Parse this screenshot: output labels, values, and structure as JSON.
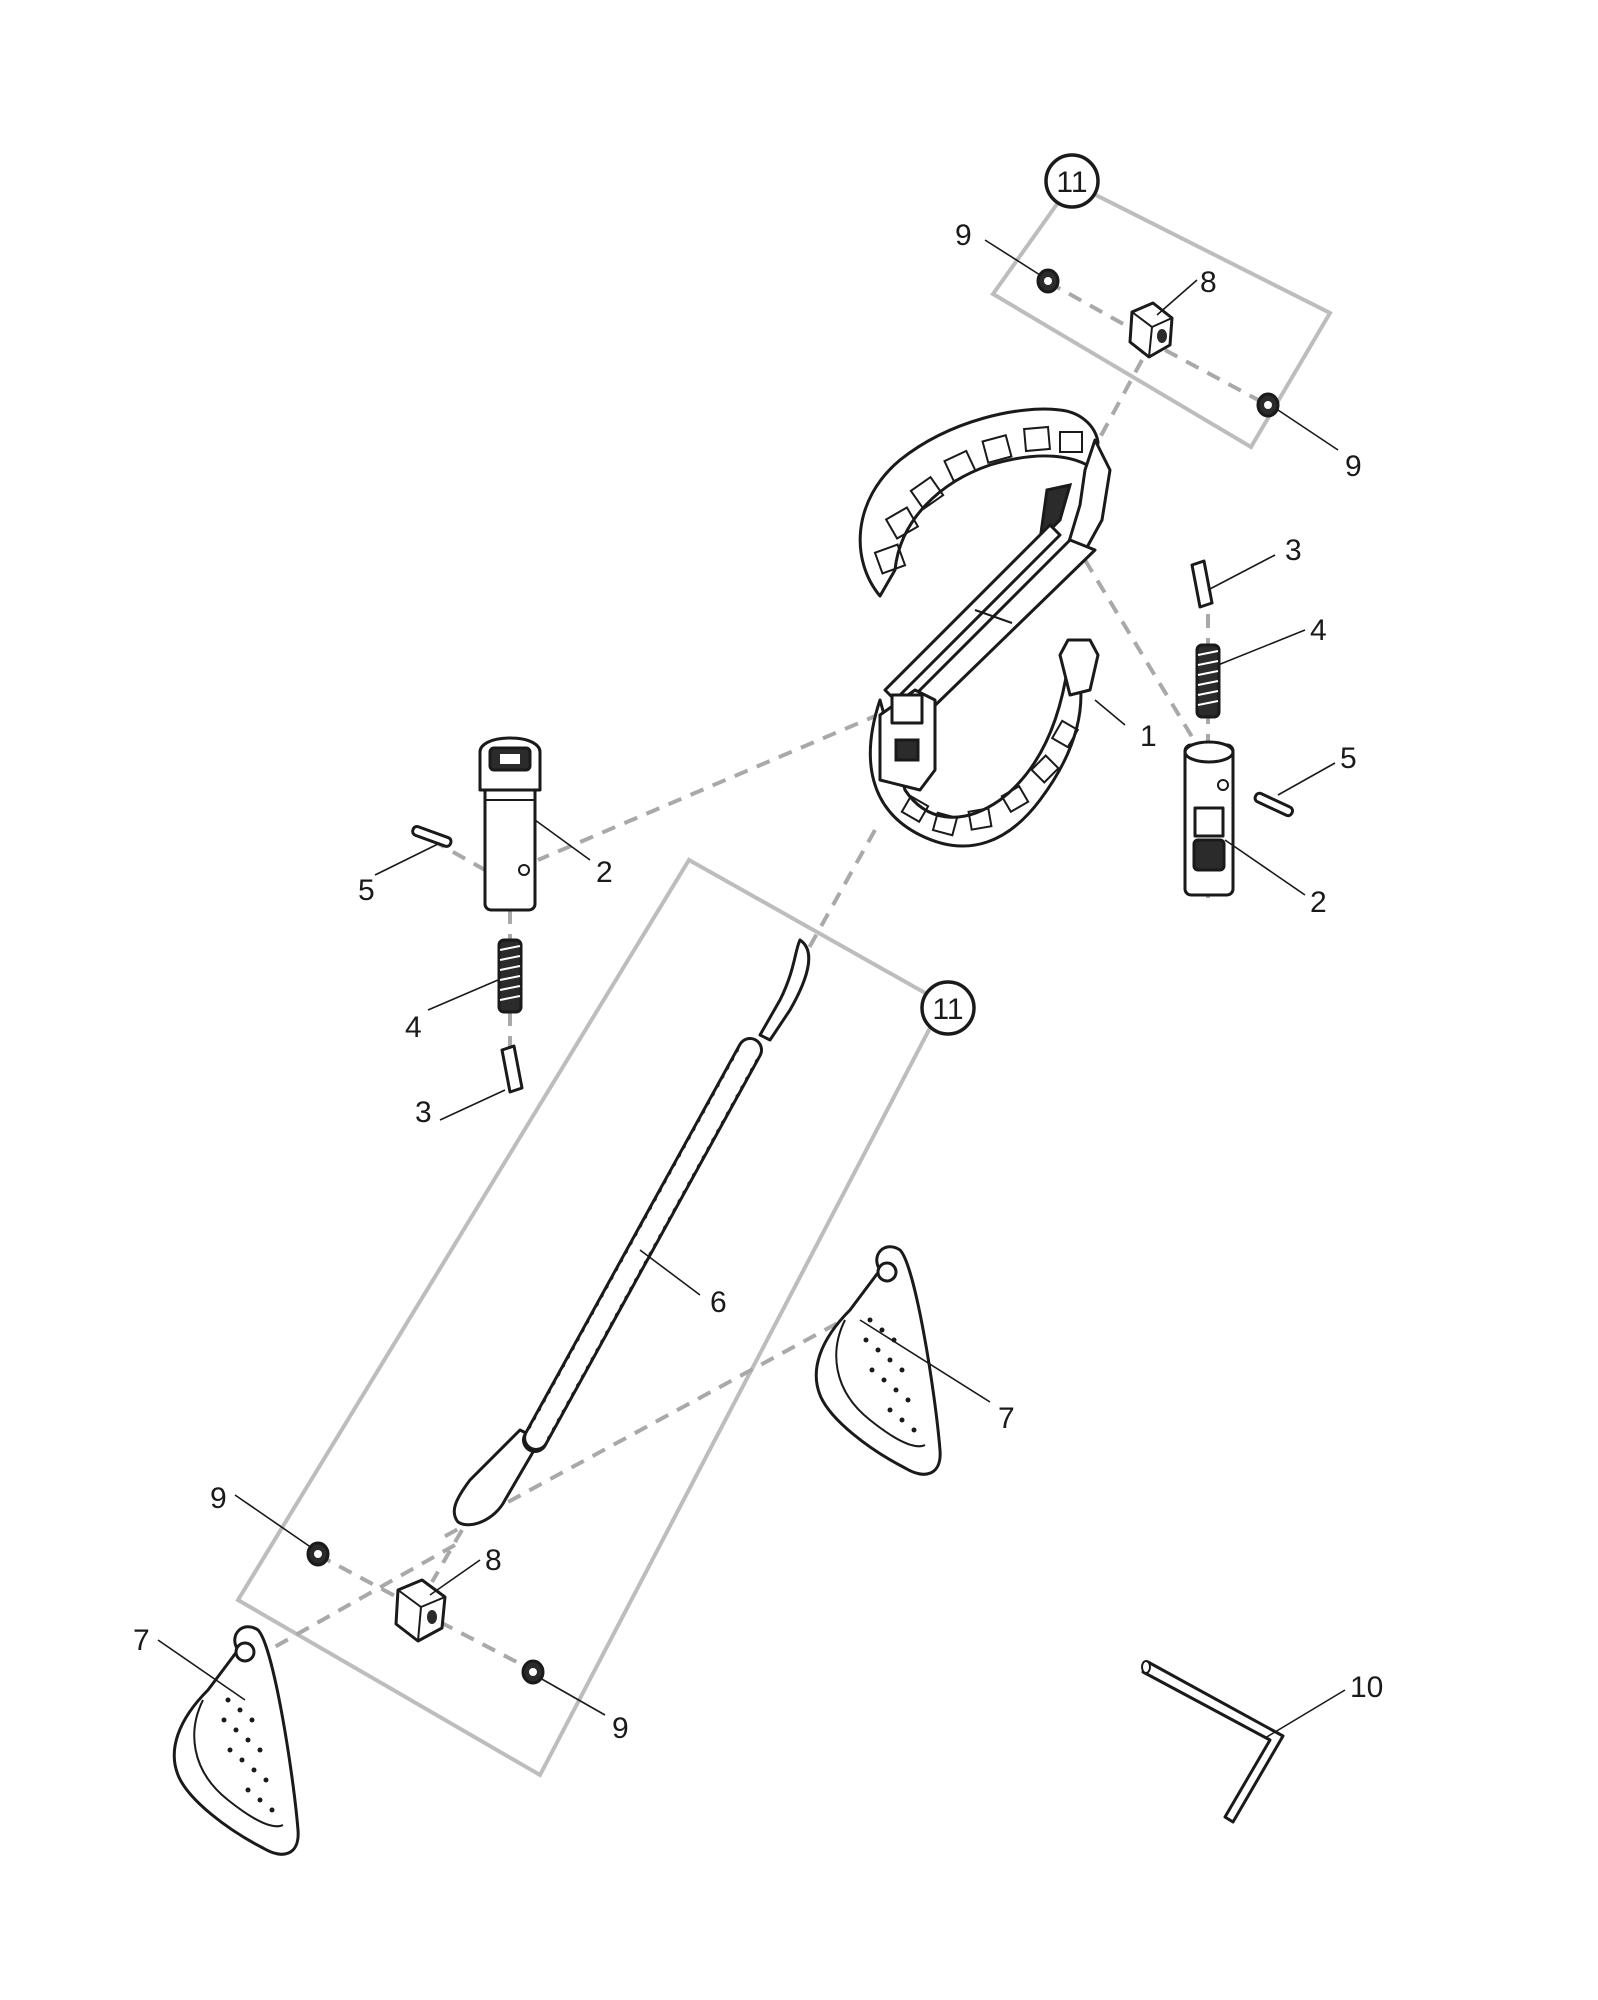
{
  "callouts": {
    "c1": "1",
    "c2a": "2",
    "c2b": "2",
    "c3a": "3",
    "c3b": "3",
    "c4a": "4",
    "c4b": "4",
    "c5a": "5",
    "c5b": "5",
    "c6": "6",
    "c7a": "7",
    "c7b": "7",
    "c8a": "8",
    "c8b": "8",
    "c9a": "9",
    "c9b": "9",
    "c9c": "9",
    "c9d": "9",
    "c10": "10"
  },
  "kits": {
    "k1": "11",
    "k2": "11"
  },
  "icons": {
    "frame": "chain-frame-icon",
    "pin": "pin-icon",
    "spring": "spring-icon",
    "handle": "handle-icon",
    "nut": "nut-icon",
    "hexkey": "hex-key-icon"
  }
}
